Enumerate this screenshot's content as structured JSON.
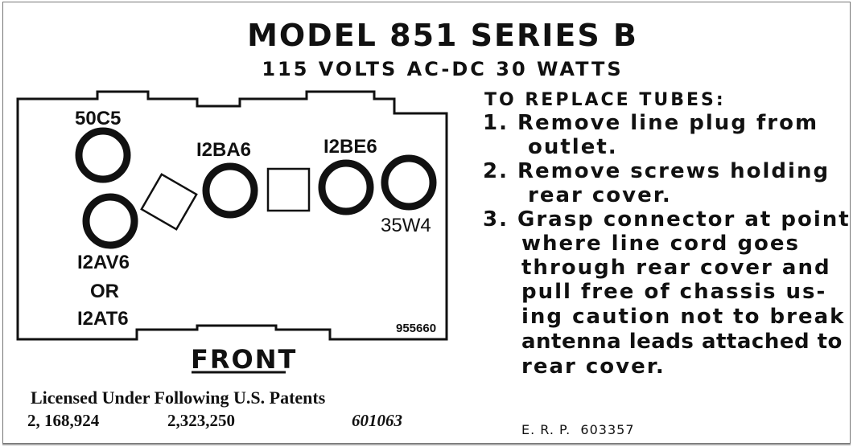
{
  "header": {
    "title": "MODEL 851 SERIES B",
    "subtitle": "115 VOLTS AC-DC 30 WATTS"
  },
  "diagram": {
    "tubes": {
      "t1": "50C5",
      "t2": "I2AV6",
      "or": "OR",
      "t3": "I2AT6",
      "t4": "I2BA6",
      "t5": "I2BE6",
      "t6": "35W4"
    },
    "part_number": "955660",
    "front_label": "FRONT"
  },
  "instructions": {
    "heading": "TO REPLACE TUBES:",
    "lines": [
      "1.  Remove line plug from",
      "outlet.",
      "2. Remove screws holding",
      "rear cover.",
      "3. Grasp connector at point",
      "where line cord goes",
      "through rear cover and",
      "pull free of chassis us-",
      "ing caution not to break",
      "antenna leads attached to",
      "rear cover."
    ]
  },
  "footer": {
    "license": "Licensed Under Following U.S. Patents",
    "patents": [
      "2, 168,924",
      "2,323,250",
      "601063"
    ],
    "erp": "E. R. P.  603357"
  }
}
